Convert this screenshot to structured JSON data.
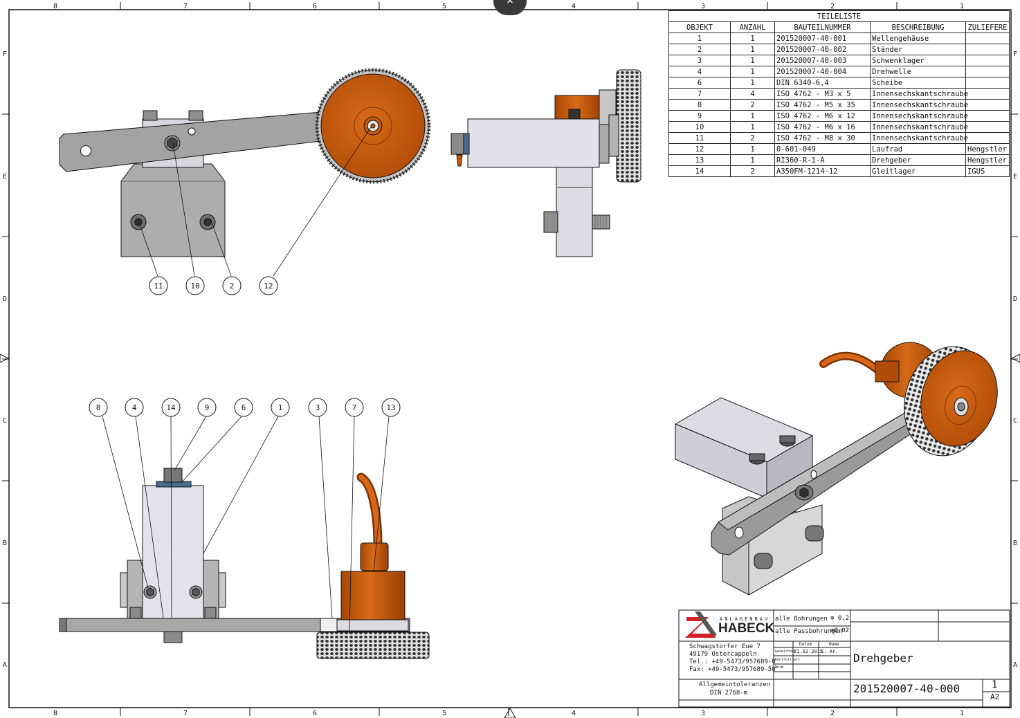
{
  "frame": {
    "col_labels": [
      "8",
      "7",
      "6",
      "5",
      "4",
      "3",
      "2",
      "1"
    ],
    "row_labels": [
      "F",
      "E",
      "D",
      "C",
      "B",
      "A"
    ]
  },
  "parts_list": {
    "title": "TEILELISTE",
    "headers": [
      "OBJEKT",
      "ANZAHL",
      "BAUTEILNUMMER",
      "BESCHREIBUNG",
      "ZULIEFERE"
    ],
    "rows": [
      [
        "1",
        "1",
        "201520007-40-001",
        "Wellengehäuse",
        ""
      ],
      [
        "2",
        "1",
        "201520007-40-002",
        "Ständer",
        ""
      ],
      [
        "3",
        "1",
        "201520007-40-003",
        "Schwenklager",
        ""
      ],
      [
        "4",
        "1",
        "201520007-40-004",
        "Drehwelle",
        ""
      ],
      [
        "6",
        "1",
        "DIN 6340-6,4",
        "Scheibe",
        ""
      ],
      [
        "7",
        "4",
        "ISO 4762 - M3 x 5",
        "Innensechskantschraube",
        ""
      ],
      [
        "8",
        "2",
        "ISO 4762 - M5 x 35",
        "Innensechskantschraube",
        ""
      ],
      [
        "9",
        "1",
        "ISO 4762 - M6 x 12",
        "Innensechskantschraube",
        ""
      ],
      [
        "10",
        "1",
        "ISO 4762 - M6 x 16",
        "Innensechskantschraube",
        ""
      ],
      [
        "11",
        "2",
        "ISO 4762 - M8 x 30",
        "Innensechskantschraube",
        ""
      ],
      [
        "12",
        "1",
        "0-601-049",
        "Laufrad",
        "Hengstler"
      ],
      [
        "13",
        "1",
        "RI360-R-1-A",
        "Drehgeber",
        "Hengstler"
      ],
      [
        "14",
        "2",
        "A350FM-1214-12",
        "Gleitlager",
        "IGUS"
      ]
    ]
  },
  "balloons_top": [
    "11",
    "10",
    "2",
    "12"
  ],
  "balloons_bottom": [
    "8",
    "4",
    "14",
    "9",
    "6",
    "1",
    "3",
    "7",
    "13"
  ],
  "title_block": {
    "company_small": "ANLAGENBAU",
    "company": "HABECK",
    "address": [
      "Schwagstorfer Eue 7",
      "49179 Ostercappeln",
      "Tel.: +49-5473/957689-0",
      "Fax: +49-5473/957689-50"
    ],
    "tolerance_bores_label": "alle Bohrungen",
    "tolerance_bores_value": "0,2",
    "tolerance_fit_label": "alle Passbohrungen",
    "tolerance_fit_value": "0,02",
    "date_header": "Datum",
    "name_header": "Name",
    "row_drawn": "Gezeichnet",
    "row_checked": "Kontrolliert",
    "row_norm": "Norm",
    "drawn_date": "21.02.2015",
    "drawn_name": "S. Ar.",
    "general_tolerances": "Allgemeintoleranzen",
    "tolerance_standard": "DIN 2768-m",
    "drawing_title": "Drehgeber",
    "drawing_number": "201520007-40-000",
    "sheet": "1",
    "format": "A2"
  },
  "colors": {
    "steel": "#a9a9a9",
    "steel_light": "#e2e0e8",
    "orange": "#c9590a",
    "orange_dark": "#8f3d05",
    "line": "#111111",
    "logo_red": "#d31f26"
  }
}
